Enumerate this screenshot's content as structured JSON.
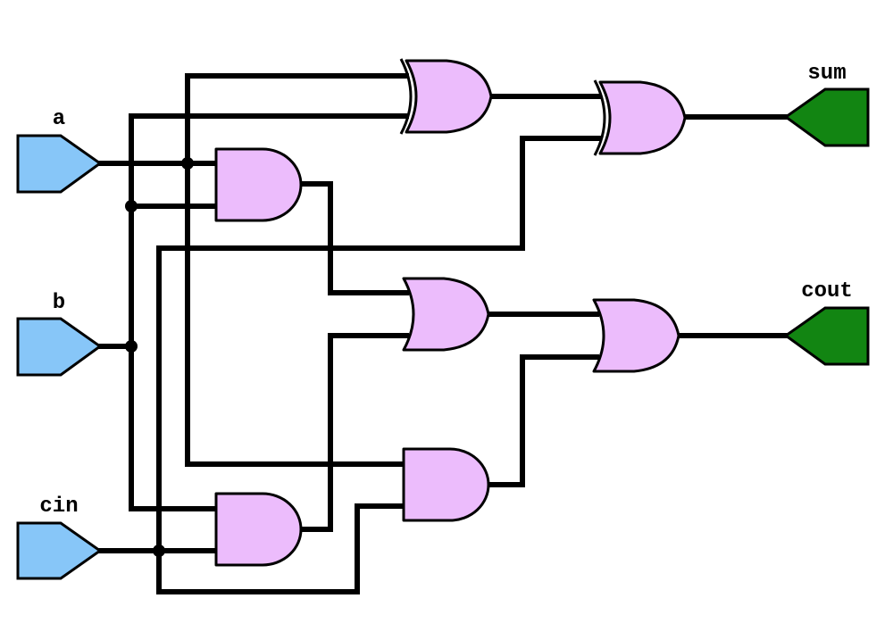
{
  "diagram": {
    "title": "",
    "type": "logic-circuit",
    "colors": {
      "input_port": "#87c6f8",
      "output_port": "#128512",
      "gate_fill": "#ecbcfc",
      "wire": "#000000",
      "background": "#ffffff"
    },
    "inputs": [
      {
        "id": "a",
        "label": "a"
      },
      {
        "id": "b",
        "label": "b"
      },
      {
        "id": "cin",
        "label": "cin"
      }
    ],
    "outputs": [
      {
        "id": "sum",
        "label": "sum"
      },
      {
        "id": "cout",
        "label": "cout"
      }
    ],
    "gates": [
      {
        "id": "xor1",
        "type": "XOR",
        "inputs": [
          "a",
          "b"
        ]
      },
      {
        "id": "xor2",
        "type": "XOR",
        "inputs": [
          "xor1",
          "cin"
        ],
        "drives": "sum"
      },
      {
        "id": "and1",
        "type": "AND",
        "inputs": [
          "a",
          "b"
        ]
      },
      {
        "id": "or1",
        "type": "OR",
        "inputs": [
          "and1",
          "and3"
        ]
      },
      {
        "id": "or2",
        "type": "OR",
        "inputs": [
          "or1",
          "and2"
        ],
        "drives": "cout"
      },
      {
        "id": "and2",
        "type": "AND",
        "inputs": [
          "a",
          "cin"
        ]
      },
      {
        "id": "and3",
        "type": "AND",
        "inputs": [
          "b",
          "cin"
        ]
      }
    ]
  }
}
